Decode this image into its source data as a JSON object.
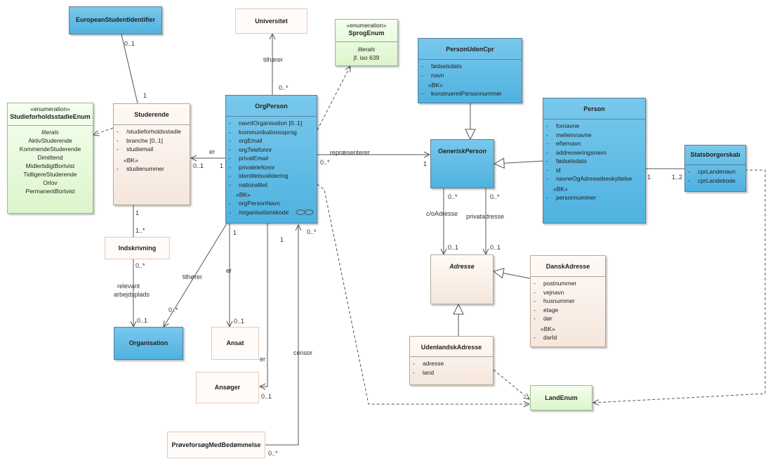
{
  "classes": {
    "europeanStudentIdentifier": {
      "name": "EuropeanStudentIdentifier"
    },
    "universitet": {
      "name": "Universitet"
    },
    "sprogEnum": {
      "stereotype": "«enumeration»",
      "name": "SprogEnum",
      "literals_title": "literals",
      "literals": [
        "jf. iso 639"
      ]
    },
    "studieforholdsstadieEnum": {
      "stereotype": "«enumeration»",
      "name": "StudieforholdsstadieEnum",
      "literals_title": "literals",
      "literals": [
        "AktivStuderende",
        "KommendeStuderende",
        "Dimittend",
        "MidlertidigtBortvist",
        "TidligereStuderende",
        "Orlov",
        "PermanentBortvist"
      ]
    },
    "studerende": {
      "name": "Studerende",
      "attributes": [
        "/studieforholdsstadie",
        "branche [0..1]",
        "studiemail"
      ],
      "bk_label": "«BK»",
      "bk_attributes": [
        "studienummer"
      ]
    },
    "orgPerson": {
      "name": "OrgPerson",
      "attributes": [
        "navnIOrganisation [0..1]",
        "kommunikationssprog",
        "orgEmail",
        "orgTelefonnr",
        "privatEmail",
        "privatelefonnr",
        "identitetsvalidering",
        "nationalitet"
      ],
      "bk_label": "«BK»",
      "bk_attributes": [
        "orgPersonNavn",
        "/organisationskode"
      ]
    },
    "personUdenCpr": {
      "name": "PersonUdenCpr",
      "attributes": [
        "fødselsdato",
        "navn"
      ],
      "bk_label": "«BK»",
      "bk_attributes": [
        "konstrueretPersonnummer"
      ]
    },
    "person": {
      "name": "Person",
      "attributes": [
        "fornavne",
        "mellemnavne",
        "efternavn",
        "addresseringsnavn",
        "fødselsdato",
        "id",
        "navneOgAdressebeskyttelse"
      ],
      "bk_label": "«BK»",
      "bk_attributes": [
        "personnummer"
      ]
    },
    "statsborgerskab": {
      "name": "Statsborgerskab",
      "attributes": [
        "cprLandenavn",
        "cprLandekode"
      ]
    },
    "generiskPerson": {
      "name": "GeneriskPerson"
    },
    "adresse": {
      "name": "Adresse"
    },
    "danskAdresse": {
      "name": "DanskAdresse",
      "attributes": [
        "postnummer",
        "vejnavn",
        "husnummer",
        "etage",
        "dør"
      ],
      "bk_label": "«BK»",
      "bk_attributes": [
        "darId"
      ]
    },
    "udenlandskAdresse": {
      "name": "UdenlandskAdresse",
      "attributes": [
        "adresse",
        "land"
      ]
    },
    "indskrivning": {
      "name": "Indskrivning"
    },
    "organisation": {
      "name": "Organisation"
    },
    "ansat": {
      "name": "Ansat"
    },
    "ansoger": {
      "name": "Ansøger"
    },
    "proveforsog": {
      "name": "PrøveforsøgMedBedømmelse"
    },
    "landEnum": {
      "name": "LandEnum"
    }
  },
  "labels": {
    "eu_mult_top": "0..1",
    "eu_mult_bottom": "1",
    "univ_role": "tilhører",
    "univ_mult": "0..*",
    "stud_er_role": "er",
    "stud_er_mult_left": "0..1",
    "stud_er_mult_right": "1",
    "repr_role": "repræsenterer",
    "repr_mult_src": "0..*",
    "repr_mult_dst": "1",
    "stud_indsk_top": "1",
    "stud_indsk_bottom": "1..*",
    "indsk_mult": "0..*",
    "indsk_role_1": "relevant",
    "indsk_role_2": "arbejdsplads",
    "indsk_org_mult": "0..1",
    "org_tilhorer_role": "tilhører",
    "org_tilhorer_mult": "0..*",
    "ansat_src_mult": "1",
    "ansat_role": "er",
    "ansat_dst_mult": "0..1",
    "ansoger_src_mult": "1",
    "ansoger_role": "er",
    "ansoger_dst_mult": "0..1",
    "censor_role": "censor",
    "censor_top_mult": "0..*",
    "censor_bottom_mult": "0..*",
    "co_src_mult": "0..*",
    "co_role": "c/oAdresse",
    "co_dst_mult": "0..1",
    "priv_src_mult": "0..*",
    "priv_role": "privatadresse",
    "priv_dst_mult": "0..1",
    "stats_mult_left": "1",
    "stats_mult_right": "1..2"
  }
}
